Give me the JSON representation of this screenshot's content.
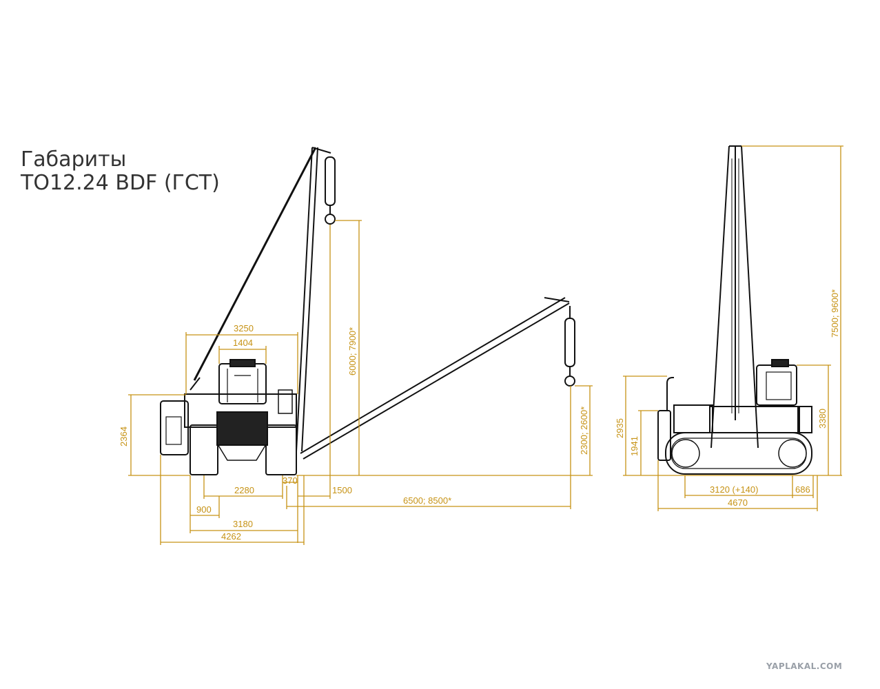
{
  "title": {
    "line1": "Габариты",
    "line2": "ТО12.24 BDF (ГСТ)"
  },
  "colors": {
    "dimension": "#c69214",
    "outline": "#111111",
    "title": "#333333",
    "watermark": "#9aa0a8"
  },
  "front_view": {
    "dimensions": {
      "top_width": "3250",
      "cab_width": "1404",
      "height_left": "2364",
      "track_gauge": "2280",
      "track_shoe": "900",
      "offset_small": "370",
      "hook_reach_min": "1500",
      "total_width": "3180",
      "overall_width": "4262",
      "hook_height_upper": "6000; 7900*",
      "hook_height_lower": "2300; 2600*",
      "boom_reach": "6500; 8500*"
    }
  },
  "side_view": {
    "dimensions": {
      "height_total": "2935",
      "height_body": "1941",
      "height_cab": "3380",
      "boom_height": "7500; 9600*",
      "track_base": "3120 (+140)",
      "rear_overhang": "686",
      "overall_length": "4670"
    }
  },
  "watermark": "YAPLAKAL.COM"
}
